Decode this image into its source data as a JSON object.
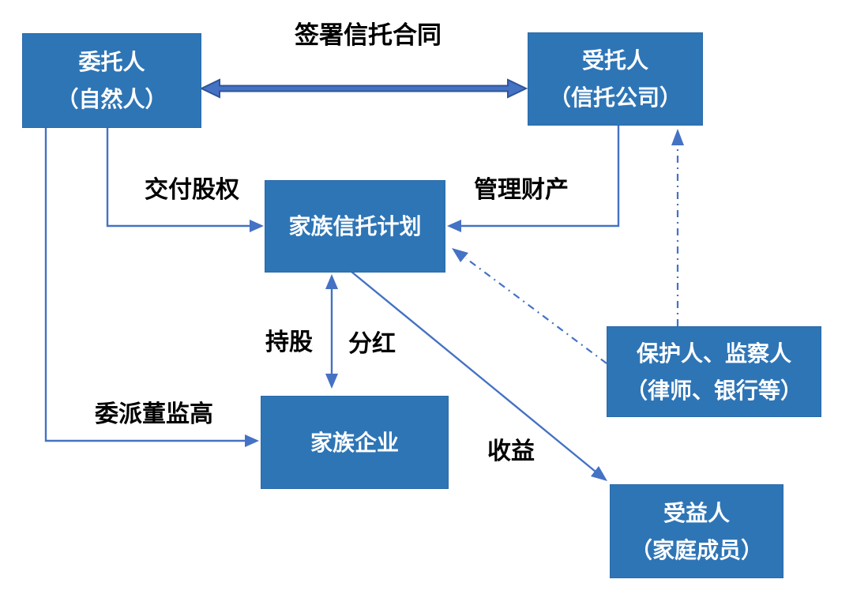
{
  "diagram": {
    "title": "签署信托合同",
    "colors": {
      "background": "#ffffff",
      "node_fill": "#2e75b6",
      "node_border": "#2a6aa8",
      "node_text": "#ffffff",
      "arrow": "#4472c4",
      "thick_arrow_fill": "#4472c4",
      "thick_arrow_border": "#2f5597",
      "label_text": "#000000"
    },
    "nodes": {
      "settlor": {
        "line1": "委托人",
        "line2": "（自然人）"
      },
      "trustee": {
        "line1": "受托人",
        "line2": "（信托公司）"
      },
      "trust_plan": {
        "line1": "家族信托计划"
      },
      "family_business": {
        "line1": "家族企业"
      },
      "protector": {
        "line1": "保护人、监察人",
        "line2": "（律师、银行等）"
      },
      "beneficiary": {
        "line1": "受益人",
        "line2": "（家庭成员）"
      }
    },
    "edge_labels": {
      "sign_contract": "签署信托合同",
      "deliver_equity": "交付股权",
      "manage_property": "管理财产",
      "hold_shares": "持股",
      "dividends": "分红",
      "appoint_executives": "委派董监高",
      "income": "收益"
    }
  }
}
